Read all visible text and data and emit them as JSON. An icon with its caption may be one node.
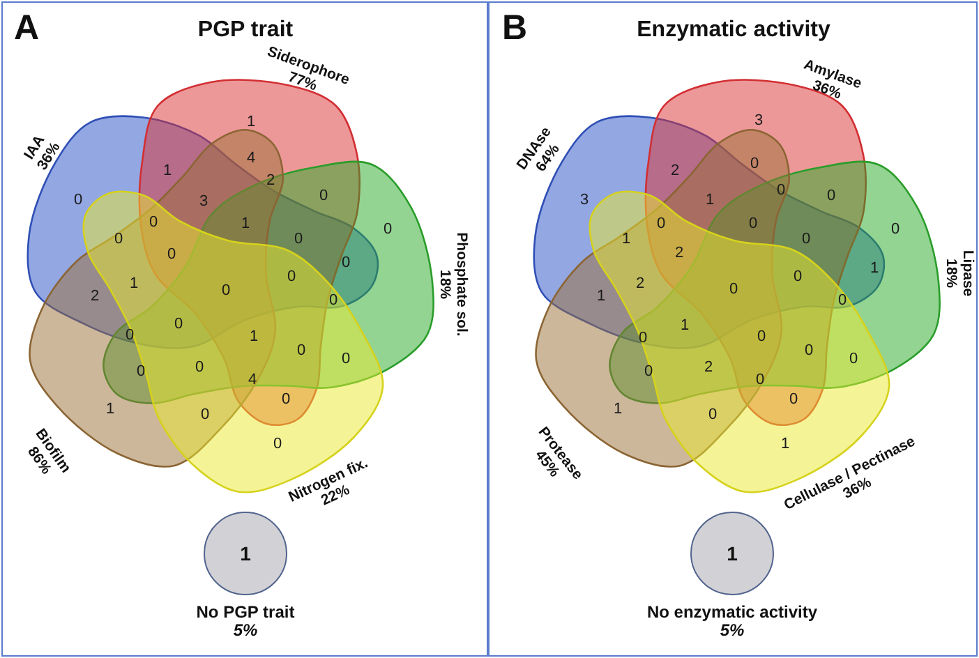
{
  "diagram": {
    "nodes": [
      {
        "text": [
          "A",
          "PGP trait"
        ]
      },
      {
        "text": [
          "Siderophore",
          "77%"
        ],
        "in": 0
      },
      {
        "text": [
          "IAA",
          "36%"
        ],
        "in": 0
      },
      {
        "text": [
          "Phosphate sol.",
          "18%"
        ],
        "in": 0
      },
      {
        "text": [
          "Biofilm",
          "86%"
        ],
        "in": 0
      },
      {
        "text": [
          "Nitrogen fix.",
          "22%"
        ],
        "in": 0
      },
      {
        "text": [
          "1"
        ],
        "in": 0,
        "beside": [
          "No PGP trait",
          "5%"
        ]
      },
      {
        "text": [
          "B",
          "Enzymatic activity"
        ]
      },
      {
        "text": [
          "Amylase",
          "36%"
        ],
        "in": 7
      },
      {
        "text": [
          "DNAse",
          "64%"
        ],
        "in": 7
      },
      {
        "text": [
          "Lipase",
          "18%"
        ],
        "in": 7
      },
      {
        "text": [
          "Protease",
          "45%"
        ],
        "in": 7
      },
      {
        "text": [
          "Cellulase / Pectinase",
          "36%"
        ],
        "in": 7
      },
      {
        "text": [
          "1"
        ],
        "in": 7,
        "beside": [
          "No enzymatic activity",
          "5%"
        ]
      }
    ],
    "labels": [
      "1",
      "4",
      "1",
      "2",
      "0",
      "0",
      "3",
      "0",
      "1",
      "0",
      "0",
      "0",
      "0",
      "0",
      "0",
      "1",
      "0",
      "2",
      "0",
      "0",
      "0",
      "1",
      "0",
      "0",
      "0",
      "0",
      "4",
      "0",
      "1",
      "0",
      "0",
      "3",
      "0",
      "2",
      "0",
      "0",
      "3",
      "1",
      "0",
      "0",
      "0",
      "1",
      "0",
      "2",
      "1",
      "0",
      "2",
      "0",
      "1",
      "0",
      "1",
      "0",
      "0",
      "0",
      "0",
      "2",
      "0",
      "0",
      "0",
      "1",
      "0",
      "1"
    ]
  }
}
